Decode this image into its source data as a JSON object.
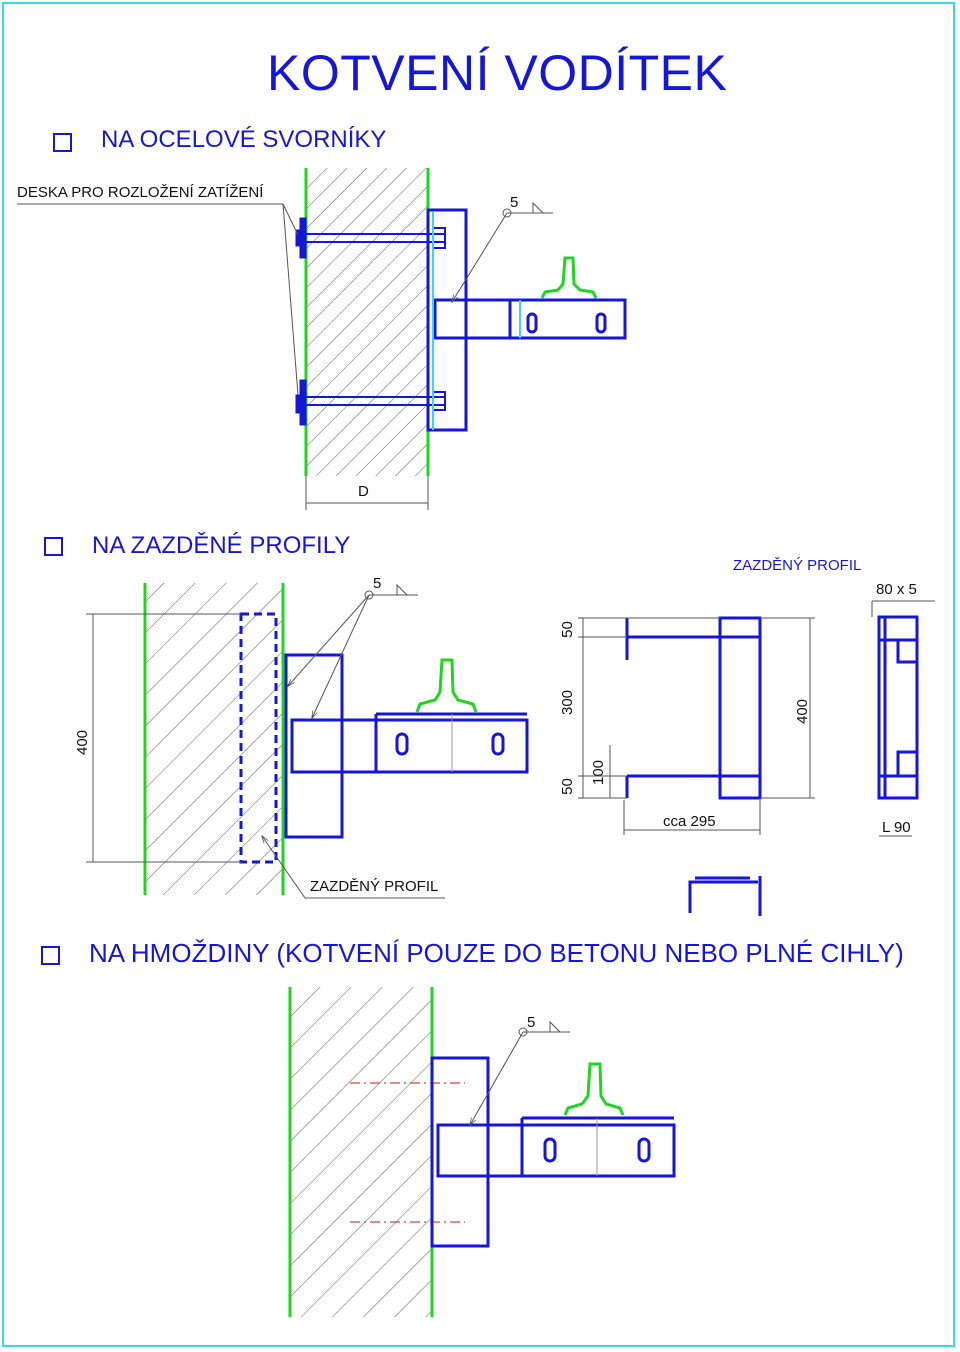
{
  "title": "KOTVENÍ VODÍTEK",
  "sections": [
    {
      "label": "NA OCELOVÉ SVORNÍKY",
      "checked": false
    },
    {
      "label": "NA ZAZDĚNÉ PROFILY",
      "checked": false
    },
    {
      "label": "NA HMOŽDINY (KOTVENÍ POUZE DO BETONU NEBO PLNÉ CIHLY)",
      "checked": false
    }
  ],
  "labels": {
    "load_plate": "DESKA PRO ROZLOŽENÍ ZATÍŽENÍ",
    "embedded_profile": "ZAZDĚNÝ PROFIL",
    "embedded_profile_2": "ZAZDĚNÝ PROFIL"
  },
  "dimensions": {
    "wall_thickness": "D",
    "weld_1": "5",
    "weld_2": "5",
    "weld_3": "5",
    "height_400_left": "400",
    "height_400_right": "400",
    "d50_top": "50",
    "d300": "300",
    "d50_bottom": "50",
    "d100": "100",
    "width_cca": "cca 295",
    "flat_bar": "80 x 5",
    "angle": "L 90"
  },
  "colors": {
    "steel": "#1616d8",
    "wall_edge": "#1ed61e",
    "rail": "#1ed61e",
    "frame": "#3ad6f0",
    "axis": "#d01010",
    "hatch": "#333333"
  }
}
